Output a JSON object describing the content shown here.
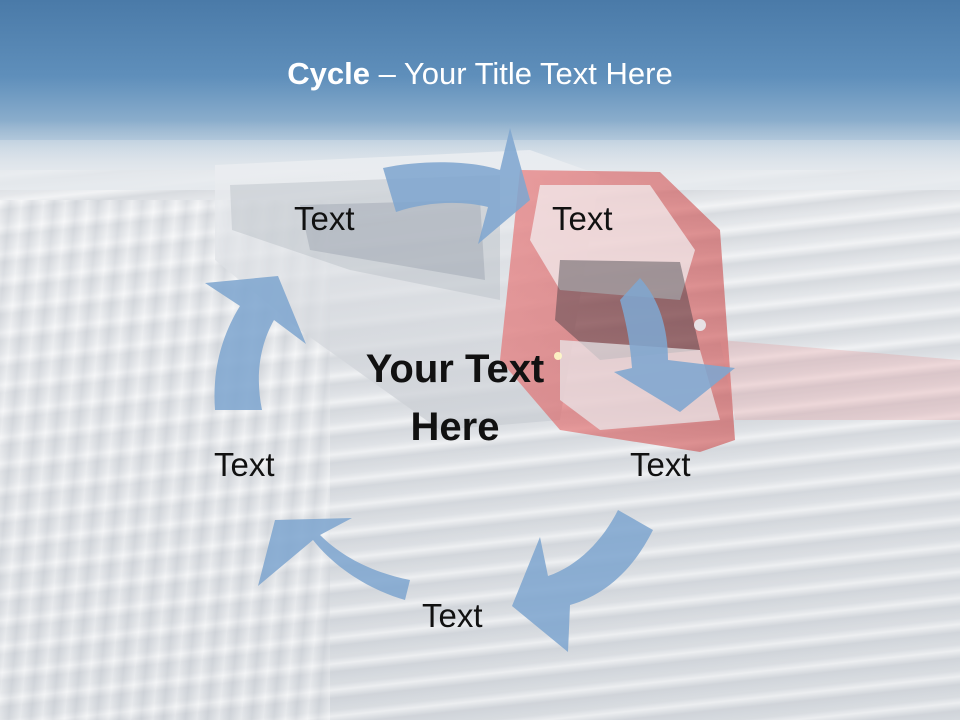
{
  "slide": {
    "title_bold": "Cycle",
    "title_rest": " – Your Title Text Here",
    "center_line1": "Your Text",
    "center_line2": "Here"
  },
  "cycle": {
    "arrow_color": "#7fa6cf",
    "nodes": [
      {
        "label": "Text"
      },
      {
        "label": "Text"
      },
      {
        "label": "Text"
      },
      {
        "label": "Text"
      },
      {
        "label": "Text"
      }
    ]
  }
}
